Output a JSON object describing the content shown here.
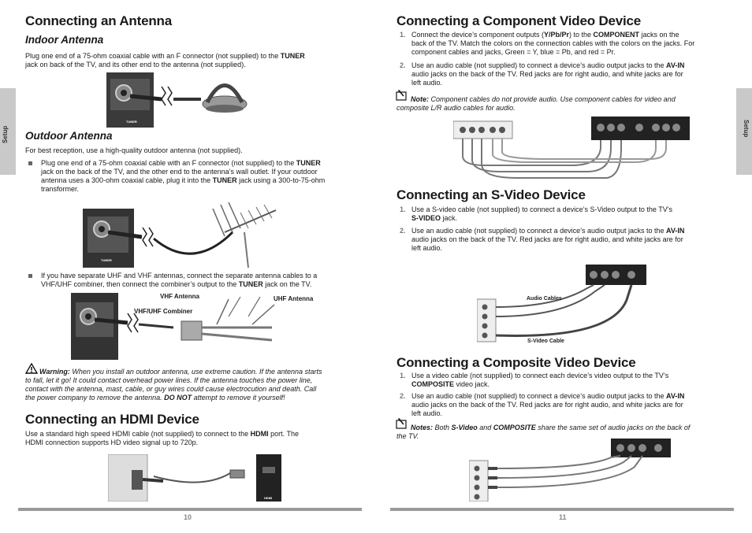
{
  "left": {
    "antenna": {
      "title": "Connecting an Antenna",
      "indoor_title": "Indoor Antenna",
      "indoor_text_1": "Plug one end of a 75-ohm coaxial cable with an F connector (not supplied) to the ",
      "indoor_bold_1": "TUNER",
      "indoor_text_2": "jack on back of the TV, and its other end to the antenna (not supplied).",
      "outdoor_title": "Outdoor Antenna",
      "outdoor_intro": "For best reception, use a high-quality outdoor antenna (not supplied).",
      "outdoor_b1_t1": "Plug one end of a 75-ohm coaxial cable with an F connector (not supplied) to the ",
      "outdoor_b1_bold": "TUNER",
      "outdoor_b1_t2": "jack on the back of the TV, and the other end to the antenna’s wall outlet. If your outdoor",
      "outdoor_b1_t3": "antenna uses a 300-ohm coaxial cable, plug it into the ",
      "outdoor_b1_bold2": "TUNER",
      "outdoor_b1_t4": " jack using a 300-to-75-ohm",
      "outdoor_b1_t5": "transformer.",
      "outdoor_b2_t1": "If you have separate UHF and VHF antennas, connect the separate antenna cables to a",
      "outdoor_b2_t2": "VHF/UHF combiner, then connect the combiner’s output to the ",
      "outdoor_b2_bold": "TUNER",
      "outdoor_b2_t3": " jack on the TV.",
      "tuner_label": "TUNER",
      "vhf_label": "VHF Antenna",
      "uhf_label": "UHF Antenna",
      "combiner_label": "VHF/UHF Combiner",
      "warning_bold": "Warning:",
      "warning_t1": " When you install an outdoor antenna, use extreme caution. If the antenna starts",
      "warning_t2": "to fall, let it go! It could contact overhead power lines. If the antenna touches the power line,",
      "warning_t3": "contact with the antenna, mast, cable, or guy wires could cause electrocution and death. Call",
      "warning_t4": "the power company to remove the antenna. ",
      "warning_bold2": "DO NOT",
      "warning_t5": " attempt to remove it yourself!"
    },
    "hdmi": {
      "title": "Connecting an HDMI Device",
      "text_1": "Use a standard high speed HDMI cable (not supplied) to connect to the ",
      "bold": "HDMI",
      "text_2": " port. The",
      "text_3": "HDMI connection supports HD video signal up to 720p.",
      "port_label": "HDMI"
    },
    "tab_label": "Setup",
    "page_number": "10"
  },
  "right": {
    "component": {
      "title": "Connecting a Component Video Device",
      "step1_num": "1.",
      "step1_t1": "Connect the device’s component outputs (",
      "step1_bold1": "Y/Pb/Pr",
      "step1_t2": ") to the ",
      "step1_bold2": "COMPONENT",
      "step1_t3": " jacks on the",
      "step1_t4": "back of the TV. Match the colors on the connection cables with the colors on the jacks. For",
      "step1_t5": "component cables and jacks, Green = Y, blue = Pb, and red = Pr.",
      "step2_num": "2.",
      "step2_t1": "Use an audio cable (not supplied) to connect a device’s audio output jacks to the ",
      "step2_bold": "AV-IN",
      "step2_t2": "audio jacks on the back of the TV. Red jacks are for right audio, and white jacks are for",
      "step2_t3": "left audio.",
      "note_bold": "Note:",
      "note_t1": " Component cables do not provide audio. Use component cables for video and",
      "note_t2": "composite L/R audio cables for audio."
    },
    "svideo": {
      "title": "Connecting an S-Video Device",
      "step1_num": "1.",
      "step1_t1": "Use a S-video cable (not supplied) to connect a device’s S-Video output to the TV’s",
      "step1_bold": "S-VIDEO",
      "step1_t2": " jack.",
      "step2_num": "2.",
      "step2_t1": "Use an audio cable (not supplied) to connect a device’s audio output jacks to the ",
      "step2_bold": "AV-IN",
      "step2_t2": "audio jacks on the back of the TV. Red jacks are for right audio, and white jacks are for",
      "step2_t3": "left audio.",
      "audio_cables_label": "Audio Cables",
      "svideo_cable_label": "S-Video Cable"
    },
    "composite": {
      "title": "Connecting a Composite Video Device",
      "step1_num": "1.",
      "step1_t1": "Use a video cable (not supplied) to connect each device’s video output to the TV’s",
      "step1_bold": "COMPOSITE",
      "step1_t2": " video jack.",
      "step2_num": "2.",
      "step2_t1": "Use an audio cable (not supplied) to connect a device’s audio output jacks to the ",
      "step2_bold": "AV-IN",
      "step2_t2": "audio jacks on the back of the TV. Red jacks are for right audio, and white jacks are for",
      "step2_t3": "left audio.",
      "notes_bold": "Notes:",
      "notes_t1": " Both ",
      "notes_bold2": "S-Video",
      "notes_t2": " and ",
      "notes_bold3": "COMPOSITE",
      "notes_t3": " share the same set of audio jacks on the back of",
      "notes_t4": "the TV."
    },
    "tab_label": "Setup",
    "page_number": "11"
  }
}
